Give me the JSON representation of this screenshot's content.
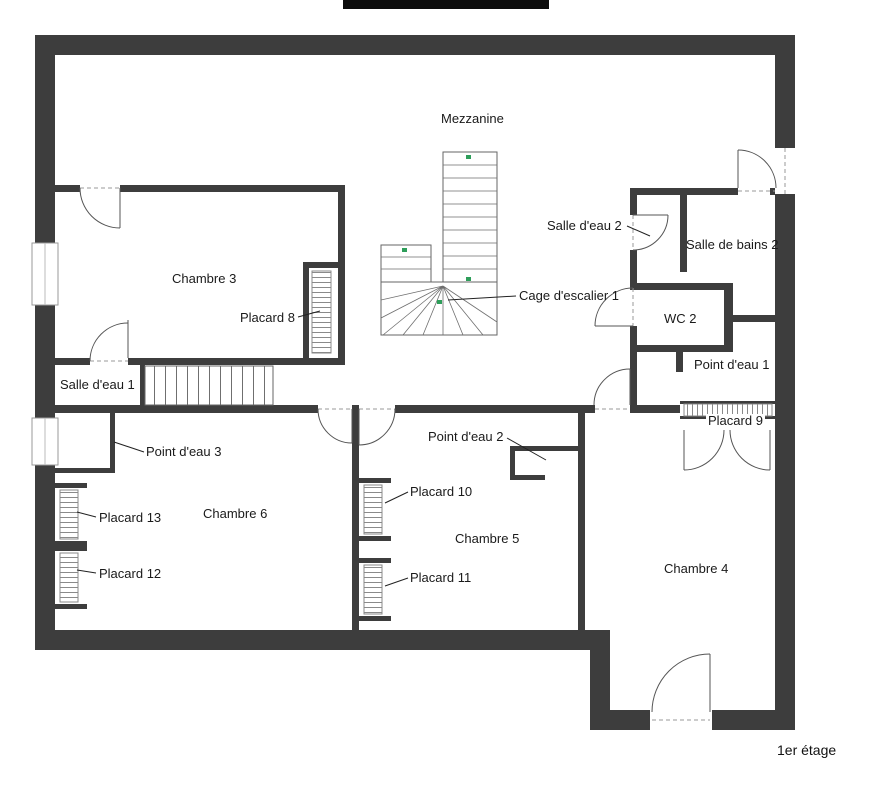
{
  "floor": {
    "label": "1er étage"
  },
  "rooms": {
    "mezzanine": "Mezzanine",
    "chambre3": "Chambre 3",
    "chambre4": "Chambre 4",
    "chambre5": "Chambre 5",
    "chambre6": "Chambre 6",
    "salle_deau_1": "Salle d'eau 1",
    "salle_deau_2": "Salle d'eau 2",
    "salle_de_bains_2": "Salle de bains 2",
    "wc2": "WC 2",
    "cage_escalier_1": "Cage d'escalier 1",
    "point_deau_1": "Point d'eau 1",
    "point_deau_2": "Point d'eau 2",
    "point_deau_3": "Point d'eau 3",
    "placard8": "Placard 8",
    "placard9": "Placard 9",
    "placard10": "Placard 10",
    "placard11": "Placard 11",
    "placard12": "Placard 12",
    "placard13": "Placard 13"
  },
  "colors": {
    "wall": "#3d3d3d",
    "stair_mark": "#2e9e5a",
    "background": "#ffffff"
  }
}
